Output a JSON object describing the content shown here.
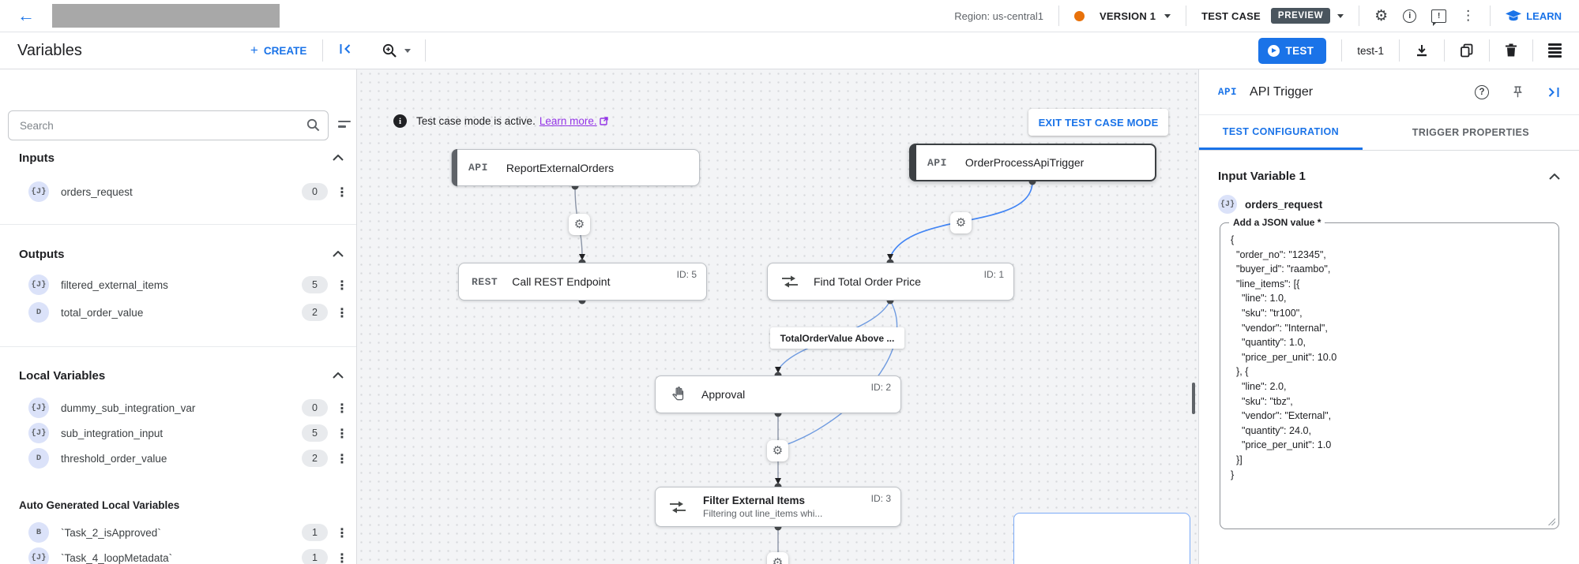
{
  "icons": {
    "back_arrow": "←",
    "gear": "⚙",
    "more_vertical": "⋮",
    "info_letter": "i",
    "exclamation": "!",
    "help_mark": "?",
    "plus": "+"
  },
  "topbar": {
    "region_label": "Region: us-central1",
    "version_label": "VERSION 1",
    "test_case_label": "TEST CASE",
    "preview_badge": "PREVIEW",
    "learn_label": "LEARN"
  },
  "toolbar": {
    "title": "Variables",
    "create_label": "CREATE",
    "test_button_label": "TEST",
    "test_case_name": "test-1"
  },
  "sidebar": {
    "search_placeholder": "Search",
    "sections": [
      {
        "title": "Inputs",
        "items": [
          {
            "type_label": "{J}",
            "name": "orders_request",
            "count": "0"
          }
        ]
      },
      {
        "title": "Outputs",
        "items": [
          {
            "type_label": "{J}",
            "name": "filtered_external_items",
            "count": "5"
          },
          {
            "type_label": "D",
            "name": "total_order_value",
            "count": "2"
          }
        ]
      },
      {
        "title": "Local Variables",
        "items": [
          {
            "type_label": "{J}",
            "name": "dummy_sub_integration_var",
            "count": "0"
          },
          {
            "type_label": "{J}",
            "name": "sub_integration_input",
            "count": "5"
          },
          {
            "type_label": "D",
            "name": "threshold_order_value",
            "count": "2"
          }
        ]
      },
      {
        "title": "Auto Generated Local Variables",
        "items": [
          {
            "type_label": "B",
            "name": "`Task_2_isApproved`",
            "count": "1"
          },
          {
            "type_label": "{J}",
            "name": "`Task_4_loopMetadata`",
            "count": "1"
          }
        ]
      }
    ]
  },
  "canvas": {
    "banner": {
      "message": "Test case mode is active.",
      "link": "Learn more.",
      "exit_button": "EXIT TEST CASE MODE"
    },
    "nodes": {
      "report": {
        "badge": "API",
        "title": "ReportExternalOrders"
      },
      "order_process": {
        "badge": "API",
        "title": "OrderProcessApiTrigger"
      },
      "rest": {
        "badge": "REST",
        "title": "Call REST Endpoint",
        "id": "ID: 5"
      },
      "find_total": {
        "title": "Find Total Order Price",
        "id": "ID: 1"
      },
      "approval": {
        "title": "Approval",
        "id": "ID: 2"
      },
      "filter": {
        "title": "Filter External Items",
        "subtitle": "Filtering out line_items whi...",
        "id": "ID: 3"
      }
    },
    "edge_label": "TotalOrderValue Above ..."
  },
  "panel": {
    "badge": "API",
    "title": "API Trigger",
    "tabs": {
      "test_configuration": "TEST CONFIGURATION",
      "trigger_properties": "TRIGGER PROPERTIES"
    },
    "section_title": "Input Variable 1",
    "variable": {
      "type_label": "{J}",
      "name": "orders_request"
    },
    "field_label": "Add a JSON value *",
    "json_value": "{\n  \"order_no\": \"12345\",\n  \"buyer_id\": \"raambo\",\n  \"line_items\": [{\n    \"line\": 1.0,\n    \"sku\": \"tr100\",\n    \"vendor\": \"Internal\",\n    \"quantity\": 1.0,\n    \"price_per_unit\": 10.0\n  }, {\n    \"line\": 2.0,\n    \"sku\": \"tbz\",\n    \"vendor\": \"External\",\n    \"quantity\": 24.0,\n    \"price_per_unit\": 1.0\n  }]\n}"
  },
  "colors": {
    "accent": "#1a73e8",
    "version_dot": "#e8710a",
    "preview_badge_bg": "#4a555e",
    "link_purple": "#9334e6",
    "selected_node_border": "#3c4043",
    "edge_blue": "#4285f4"
  }
}
